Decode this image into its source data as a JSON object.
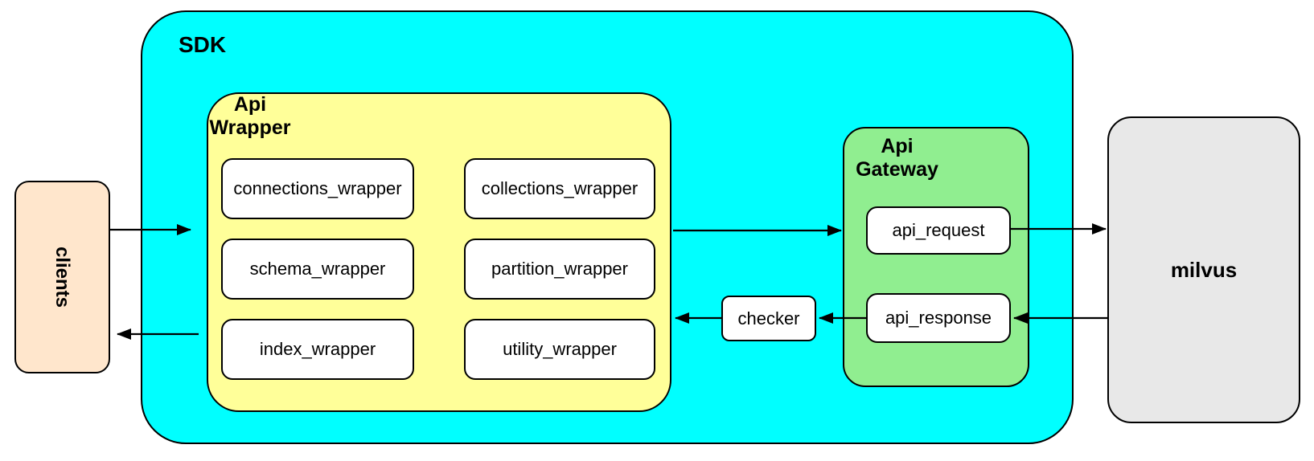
{
  "diagram": {
    "clients": {
      "label": "clients",
      "fill": "#FFE6CC"
    },
    "sdk": {
      "label": "SDK",
      "fill": "#00FFFF",
      "api_wrapper": {
        "label_lines": [
          "Api",
          "Wrapper"
        ],
        "fill": "#FFFF99",
        "modules": [
          "connections_wrapper",
          "collections_wrapper",
          "schema_wrapper",
          "partition_wrapper",
          "index_wrapper",
          "utility_wrapper"
        ]
      },
      "checker": {
        "label": "checker"
      },
      "api_gateway": {
        "label_lines": [
          "Api",
          "Gateway"
        ],
        "fill": "#90EE90",
        "request_label": "api_request",
        "response_label": "api_response"
      }
    },
    "milvus": {
      "label": "milvus",
      "fill": "#E8E8E8"
    },
    "line_color": "#000000"
  }
}
